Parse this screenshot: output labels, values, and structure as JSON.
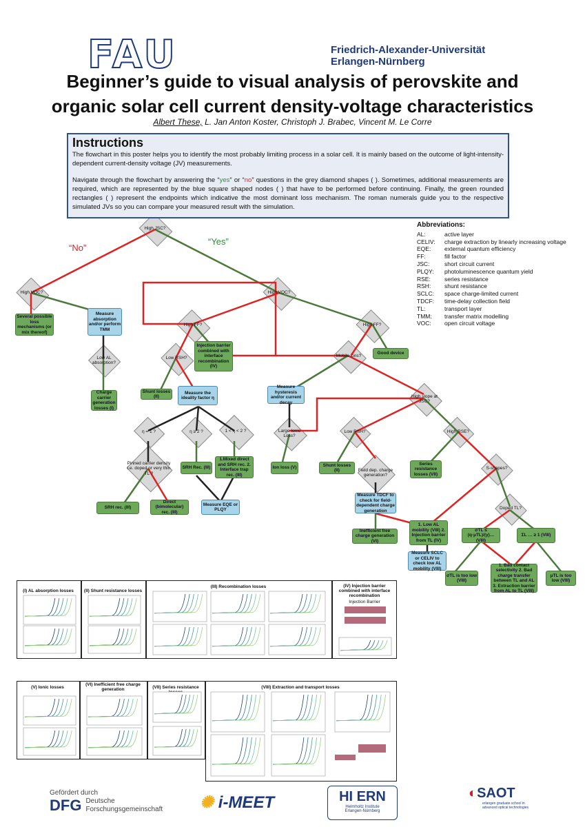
{
  "header": {
    "logo_text": "FAU",
    "university_line1": "Friedrich-Alexander-Universität",
    "university_line2": "Erlangen-Nürnberg",
    "title_line1": "Beginner’s guide to visual analysis of perovskite and",
    "title_line2": "organic solar cell current density-voltage characteristics",
    "author_main": "Albert These,",
    "authors_rest": " L. Jan  Anton Koster, Christoph J. Brabec, Vincent M. Le Corre"
  },
  "instructions": {
    "heading": "Instructions",
    "p1": "The flowchart in this poster helps you to identify the most probably limiting process in a solar cell. It is mainly based on the outcome of light-intensity-dependent current-density voltage (JV) measurements.",
    "p2a": "Navigate through the flowchart by answering  the “",
    "yes": "yes",
    "p2b": "” or “",
    "no": "no",
    "p2c": "” questions in the grey diamond shapes (  ). Sometimes, additional measurements are required, which are represented by the blue square shaped nodes (       )  that have to be performed before continuing. Finally, the green rounded rectangles (     ) represent the endpoints which indicative the most dominant loss mechanism. The roman numerals guide you to the respective simulated JVs so you can compare your measured result with the simulation."
  },
  "abbreviations": {
    "heading": "Abbreviations:",
    "items": [
      {
        "k": "AL:",
        "v": "active layer"
      },
      {
        "k": "CELIV:",
        "v": "charge extraction by linearly increasing voltage"
      },
      {
        "k": "EQE:",
        "v": "external quantum efficiency"
      },
      {
        "k": "FF:",
        "v": "fill factor"
      },
      {
        "k": "JSC:",
        "v": "short circuit current"
      },
      {
        "k": "PLQY:",
        "v": "photoluminescence quantum yield"
      },
      {
        "k": "RSE:",
        "v": "series resistance"
      },
      {
        "k": "RSH:",
        "v": "shunt resistance"
      },
      {
        "k": "SCLC:",
        "v": "space charge-limited current"
      },
      {
        "k": "TDCF:",
        "v": "time-delay collection field"
      },
      {
        "k": "TL:",
        "v": "transport layer"
      },
      {
        "k": "TMM:",
        "v": "transfer matrix modelling"
      },
      {
        "k": "VOC:",
        "v": "open circuit voltage"
      }
    ]
  },
  "flow": {
    "no_label": "“No”",
    "yes_label": "“Yes”",
    "diamonds": {
      "jsc": "High JSC?",
      "voc_left": "High VOC?",
      "voc_right": "High VOC?",
      "low_al": "Low AL absorption?",
      "ff_left": "High FF?",
      "ff_right": "High FF?",
      "low_rsh_left": "Low RSH?",
      "mobile": "Mobile ions?",
      "eta1": "η = 1 ?",
      "eta2": "η ≥ 2 ?",
      "eta12": "1 < η < 2 ?",
      "pinned": "Pinned carrier density i.e. doped or very thin TL ?",
      "large_ionic": "Large Ionic Loss?",
      "high_slope": "High slope at JSC?",
      "low_rsh_right": "Low RSH?",
      "high_rse": "High RSE?",
      "field_dep": "Field dep. charge generation?",
      "s_shapes": "S-shapes?",
      "doped_tl": "Doped TL?"
    },
    "blue": {
      "measure_abs": "Measure absorption and/or perform TMM",
      "measure_ideality": "Measure the ideality factor η",
      "measure_hyst": "Measure hysteresis and/or current decay",
      "measure_eqe": "Measure EQE or PLQY",
      "measure_tdcf": "Measure TDCF to check for field-dependent charge generation",
      "measure_sclc": "Measure SCLC or CELIV to check low AL mobility (VIII)"
    },
    "green": {
      "several": "Several possible loss mechanisms (or mix thereof)",
      "charge_gen": "Charge carrier generation losses (I)",
      "injection": "Injection barrier combined with interface recombination (IV)",
      "shunt_left": "Shunt losses (II)",
      "good": "Good device",
      "srh": "SRH rec. (III)",
      "direct": "Direct (bimolecular) rec. (III)",
      "srh2": "SRH Rec. (III)",
      "mixed": "1.Mixed direct and SRH rec. 2. Interface trap rec. (III)",
      "ion": "Ion loss (V)",
      "shunt_right": "Shunt losses (II)",
      "series": "Series resistance losses (VII)",
      "ineff": "Inefficient free charge generation (VI)",
      "low_al_mob": "1. Low AL mobility (VIII) 2. Injection barrier from TL (IV)",
      "formula1": "σTL ≤ (q·μTL)/(γ)… (VIII)",
      "formula2": "ΣL … ≥ 1 (VIII)",
      "sigma_low": "σTL is too low (VIII)",
      "bad_contact": "1. Bad contact selectivity 2. Bad charge transfer between TL and AL 3. Extraction barrier from AL to TL (VIII)",
      "mu_low": "μTL is too low (VIII)"
    }
  },
  "panels": {
    "p1": "(I) AL absorption losses",
    "p2": "(II) Shunt resistance losses",
    "p3": "(III) Recombination losses",
    "p4": "(IV) Injection barrier combined with interface recombination",
    "p5": "(V) Ionic losses",
    "p6": "(VI) Inefficient free charge generation",
    "p7": "(VII) Series resistance losses",
    "p8": "(VIII) Extraction and transport losses",
    "injection_barrier": "Injection Barrier"
  },
  "footer": {
    "dfg_small": "Gefördert durch",
    "dfg": "DFG",
    "dfg_name1": "Deutsche",
    "dfg_name2": "Forschungsgemeinschaft",
    "imeet": "i-MEET",
    "hiern": "HI ERN",
    "hiern_sub1": "Helmholtz Institute",
    "hiern_sub2": "Erlangen-Nürnberg",
    "saot": "SAOT",
    "saot_sub": "erlangen graduate school in advanced optical technologies"
  }
}
